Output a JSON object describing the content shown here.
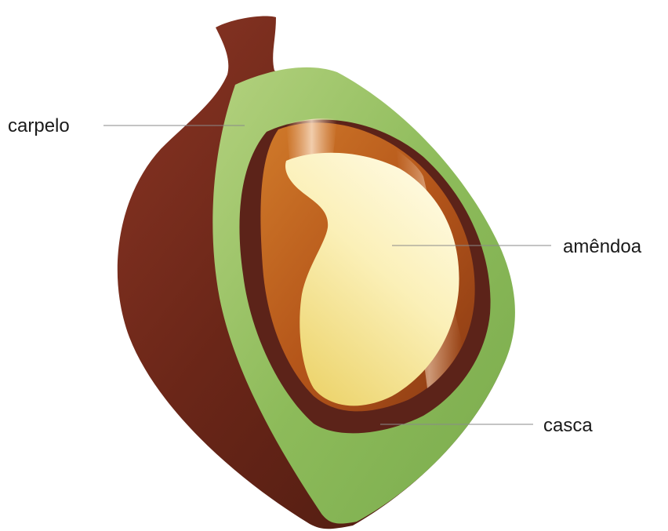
{
  "labels": {
    "carpelo": "carpelo",
    "amendoa": "amêndoa",
    "casca": "casca"
  },
  "colors": {
    "husk_brown": "#6e2a1c",
    "carpel_green": "#8fbc5c",
    "shell_dark": "#5a2218",
    "shell_inner": "#b85a1a",
    "kernel": "#f6e9a8"
  }
}
